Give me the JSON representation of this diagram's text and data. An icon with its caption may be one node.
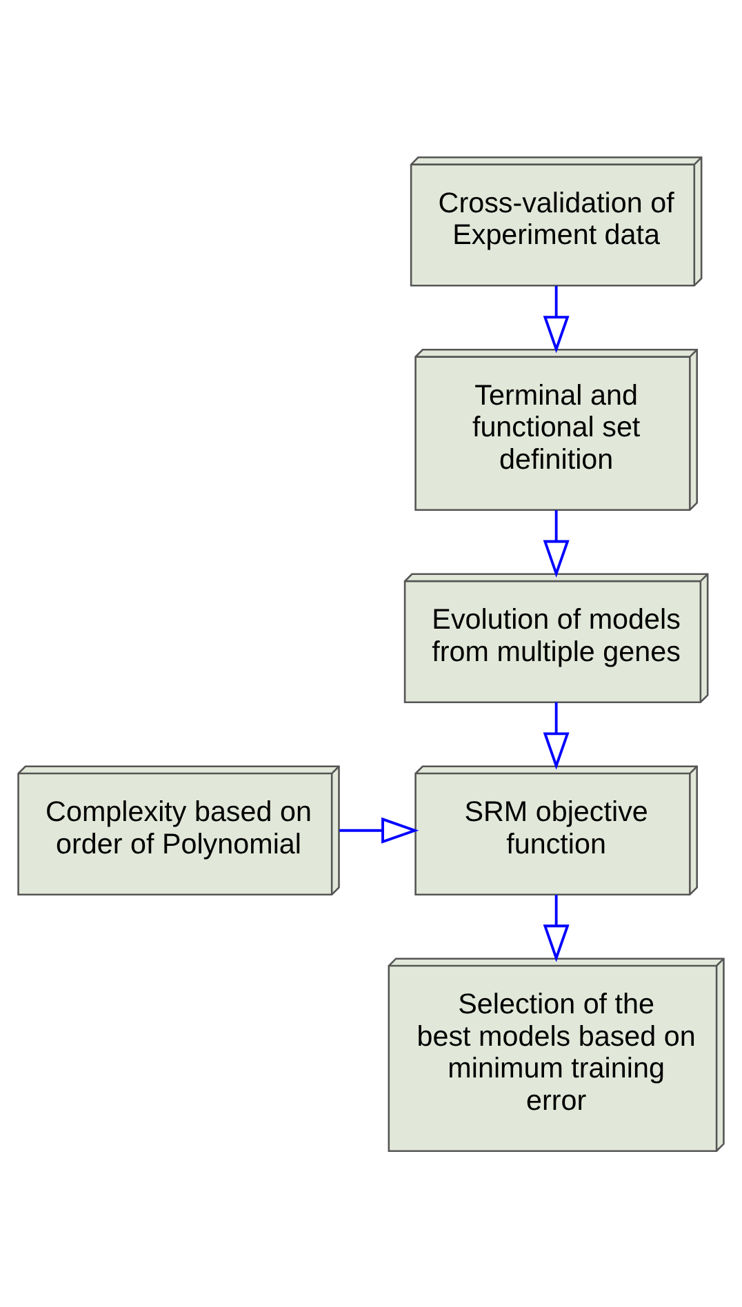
{
  "diagram": {
    "nodes": [
      {
        "text": [
          "Cross-validation of Experiment data"
        ]
      },
      {
        "text": [
          "Terminal and functional set definition"
        ]
      },
      {
        "text": [
          "Evolution of models from multiple genes"
        ]
      },
      {
        "text": [
          "Complexity based on order of Polynomial"
        ]
      },
      {
        "text": [
          "SRM objective function"
        ]
      },
      {
        "text": [
          "Selection of the best models based on minimum training error"
        ]
      }
    ],
    "edges": [
      {
        "from": 0,
        "to": 1,
        "arrow": "to"
      },
      {
        "from": 1,
        "to": 2,
        "arrow": "to"
      },
      {
        "from": 2,
        "to": 4,
        "arrow": "to"
      },
      {
        "from": 3,
        "to": 4,
        "arrow": "to"
      },
      {
        "from": 4,
        "to": 5,
        "arrow": "to"
      }
    ]
  }
}
